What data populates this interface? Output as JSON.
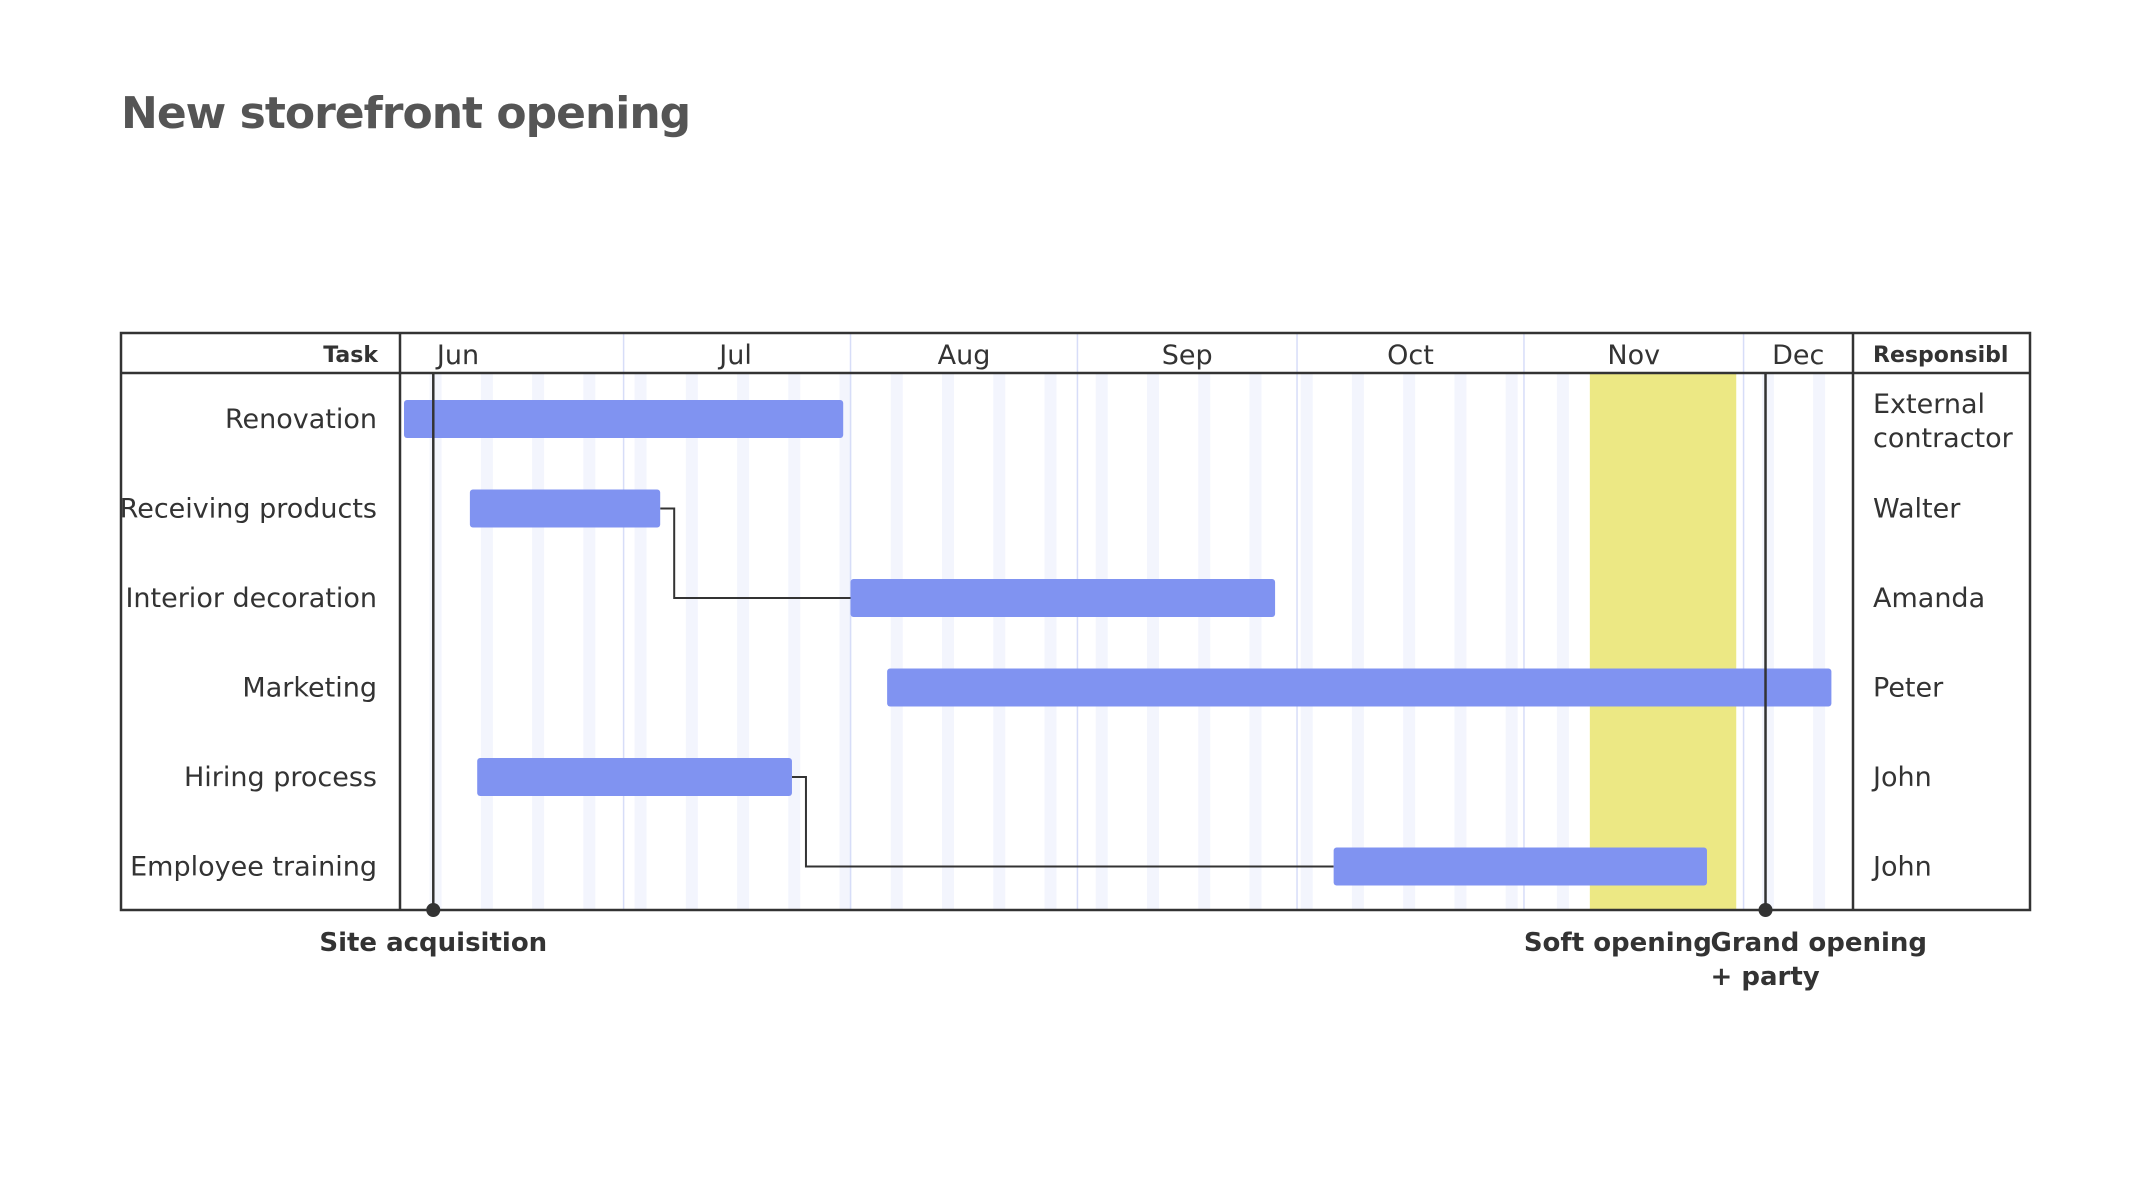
{
  "title": "New storefront opening",
  "chart_data": {
    "type": "gantt",
    "title": "New storefront opening",
    "task_header": "Task",
    "responsible_header": "Responsibl",
    "months": [
      "Jun",
      "Jul",
      "Aug",
      "Sep",
      "Oct",
      "Nov",
      "Dec"
    ],
    "tasks": [
      {
        "name": "Renovation",
        "responsible": [
          "External",
          "contractor"
        ],
        "start": "2023-06-01",
        "end": "2023-07-31"
      },
      {
        "name": "Receiving products",
        "responsible": [
          "Walter"
        ],
        "start": "2023-06-10",
        "end": "2023-07-06"
      },
      {
        "name": "Interior decoration",
        "responsible": [
          "Amanda"
        ],
        "start": "2023-08-01",
        "end": "2023-09-28"
      },
      {
        "name": "Marketing",
        "responsible": [
          "Peter"
        ],
        "start": "2023-08-06",
        "end": "2023-12-13"
      },
      {
        "name": "Hiring process",
        "responsible": [
          "John"
        ],
        "start": "2023-06-11",
        "end": "2023-07-24"
      },
      {
        "name": "Employee training",
        "responsible": [
          "John"
        ],
        "start": "2023-10-06",
        "end": "2023-11-26"
      }
    ],
    "dependencies": [
      {
        "from": "Receiving products",
        "to": "Interior decoration"
      },
      {
        "from": "Hiring process",
        "to": "Employee training"
      }
    ],
    "milestones": [
      {
        "label": [
          "Site acquisition"
        ],
        "date": "2023-06-05"
      },
      {
        "label": [
          "Grand opening",
          "+ party"
        ],
        "date": "2023-12-04"
      }
    ],
    "highlight": {
      "label": "Soft  opening",
      "start": "2023-11-10",
      "end": "2023-11-30"
    },
    "colors": {
      "bar": "#8093f1",
      "highlight": "#ece884",
      "grid": "#d7ddf8",
      "stripe": "#f3f5fd",
      "border": "#333333"
    }
  }
}
